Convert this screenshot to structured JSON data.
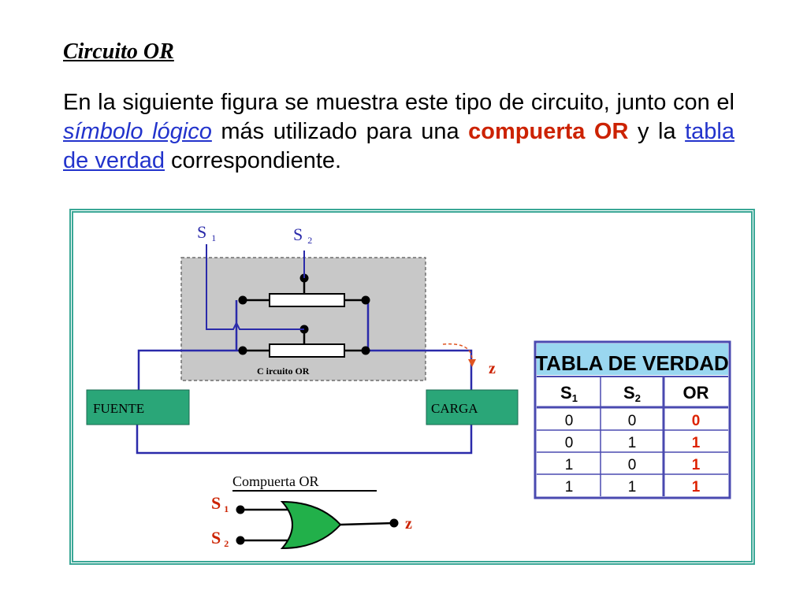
{
  "heading": "Circuito OR",
  "paragraph": {
    "part1": "En la siguiente figura se muestra este tipo de circuito, junto con el ",
    "link1": "símbolo lógico",
    "part2": " más utilizado para una ",
    "emph": "compuerta OR",
    "part3": " y la ",
    "link2": "tabla de verdad",
    "part4": " correspondiente."
  },
  "circuit": {
    "s1_letter": "S",
    "s1_sub": "1",
    "s2_letter": "S",
    "s2_sub": "2",
    "box_label": "C ircuito OR",
    "output_label": "z",
    "source_label": "FUENTE",
    "load_label": "CARGA"
  },
  "gate": {
    "title": "Compuerta OR",
    "in1_letter": "S",
    "in1_sub": "1",
    "in2_letter": "S",
    "in2_sub": "2",
    "output_label": "z"
  },
  "truth_table": {
    "title": "TABLA DE VERDAD",
    "headers": [
      {
        "letter": "S",
        "sub": "1"
      },
      {
        "letter": "S",
        "sub": "2"
      },
      {
        "letter": "OR",
        "sub": ""
      }
    ],
    "rows": [
      [
        "0",
        "0",
        "0"
      ],
      [
        "0",
        "1",
        "1"
      ],
      [
        "1",
        "0",
        "1"
      ],
      [
        "1",
        "1",
        "1"
      ]
    ]
  },
  "colors": {
    "frame": "#3aa796",
    "wire_blue": "#2a2aaa",
    "box_fill": "#c8c8c8",
    "block_fill": "#2aa678",
    "gate_fill": "#22b04a",
    "table_border": "#4a4ab0",
    "table_title_bg": "#9ad7f0",
    "output_red": "#dd2200",
    "arrow_red": "#e05522"
  }
}
